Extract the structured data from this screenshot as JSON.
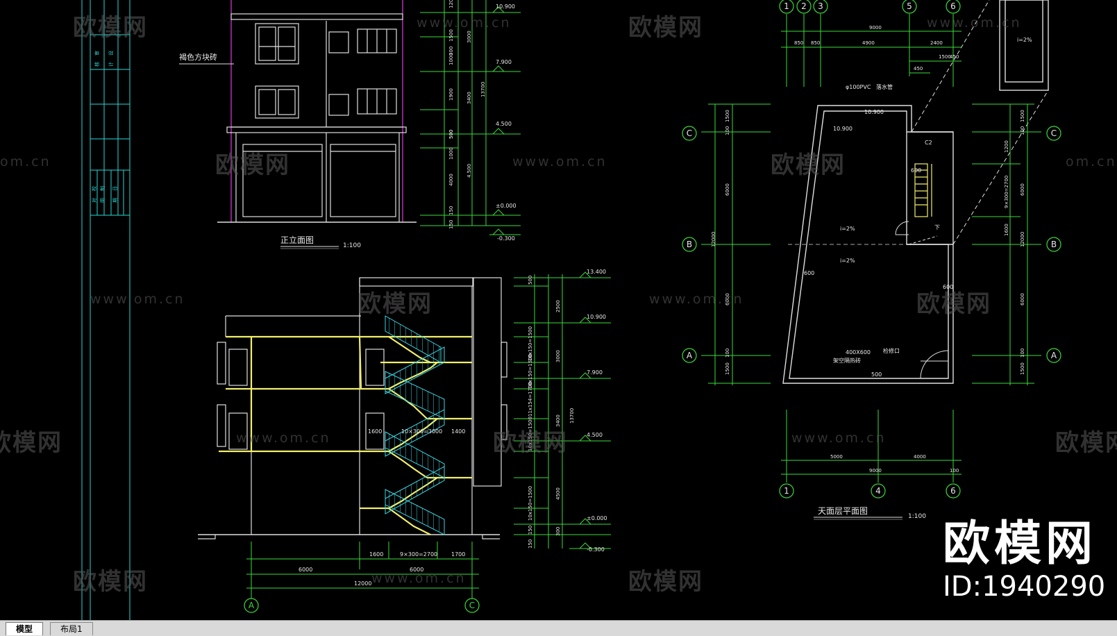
{
  "tabs": {
    "model": "模型",
    "layout": "布局1"
  },
  "brand": {
    "name": "欧模网",
    "id": "ID:1940290"
  },
  "watermark": {
    "logo": "欧模网",
    "url": "www.om.cn",
    "partial_url": "om.cn",
    "partial_logo": "欧模网"
  },
  "elevation": {
    "title": "正立面图",
    "scale": "1:100",
    "note": "褐色方块砖",
    "levels": [
      "10.900",
      "7.900",
      "4.500",
      "±0.000",
      "-0.300"
    ],
    "dims": [
      "1200",
      "1500",
      "300",
      "3000",
      "1000",
      "1900",
      "500",
      "3400",
      "13700",
      "1000",
      "500",
      "4000",
      "4.500",
      "150",
      "150"
    ]
  },
  "section": {
    "levels": [
      "13.400",
      "10.900",
      "7.900",
      "4.500",
      "±0.000",
      "-0.300"
    ],
    "right_dims": [
      "500",
      "2500",
      "10x150=1500",
      "3000",
      "10x150=1500",
      "11x154=1700",
      "3400",
      "13700",
      "10x150=1500",
      "4500",
      "10x150=1500",
      "150",
      "300",
      "150"
    ],
    "stair_dims": [
      "1600",
      "10×300=3000",
      "1400"
    ],
    "bottom_dims": [
      "1600",
      "9×300=2700",
      "1700",
      "6000",
      "6000",
      "12000"
    ],
    "axes": [
      "A",
      "C"
    ]
  },
  "plan": {
    "title": "天面层平面图",
    "scale": "1:100",
    "top_axes": [
      "1",
      "2",
      "3",
      "5",
      "6"
    ],
    "bottom_axes": [
      "1",
      "4",
      "6"
    ],
    "side_axes": [
      "C",
      "B",
      "A"
    ],
    "top_dims": [
      "9000",
      "850",
      "850",
      "4900",
      "2400",
      "1500",
      "450",
      "450"
    ],
    "bottom_dims": [
      "5000",
      "4000",
      "9000",
      "100"
    ],
    "left_dims": [
      "1500",
      "100",
      "6000",
      "12000",
      "6000",
      "100",
      "1500"
    ],
    "right_dims": [
      "1500",
      "1200",
      "9×300=2700",
      "1600",
      "100",
      "6000",
      "12000",
      "6000",
      "100",
      "1500"
    ],
    "notes": [
      "φ100PVC",
      "落水管",
      "10.900",
      "i=2%",
      "i=2%",
      "i=2%",
      "C2",
      "600",
      "下",
      "600",
      "600",
      "400X600",
      "检修口",
      "架空隔热砖",
      "10.900",
      "500",
      "500"
    ]
  },
  "titleblock": {
    "cells": [
      "审",
      "核",
      "设",
      "计",
      "校",
      "对",
      "制",
      "图",
      "日",
      "期"
    ]
  }
}
